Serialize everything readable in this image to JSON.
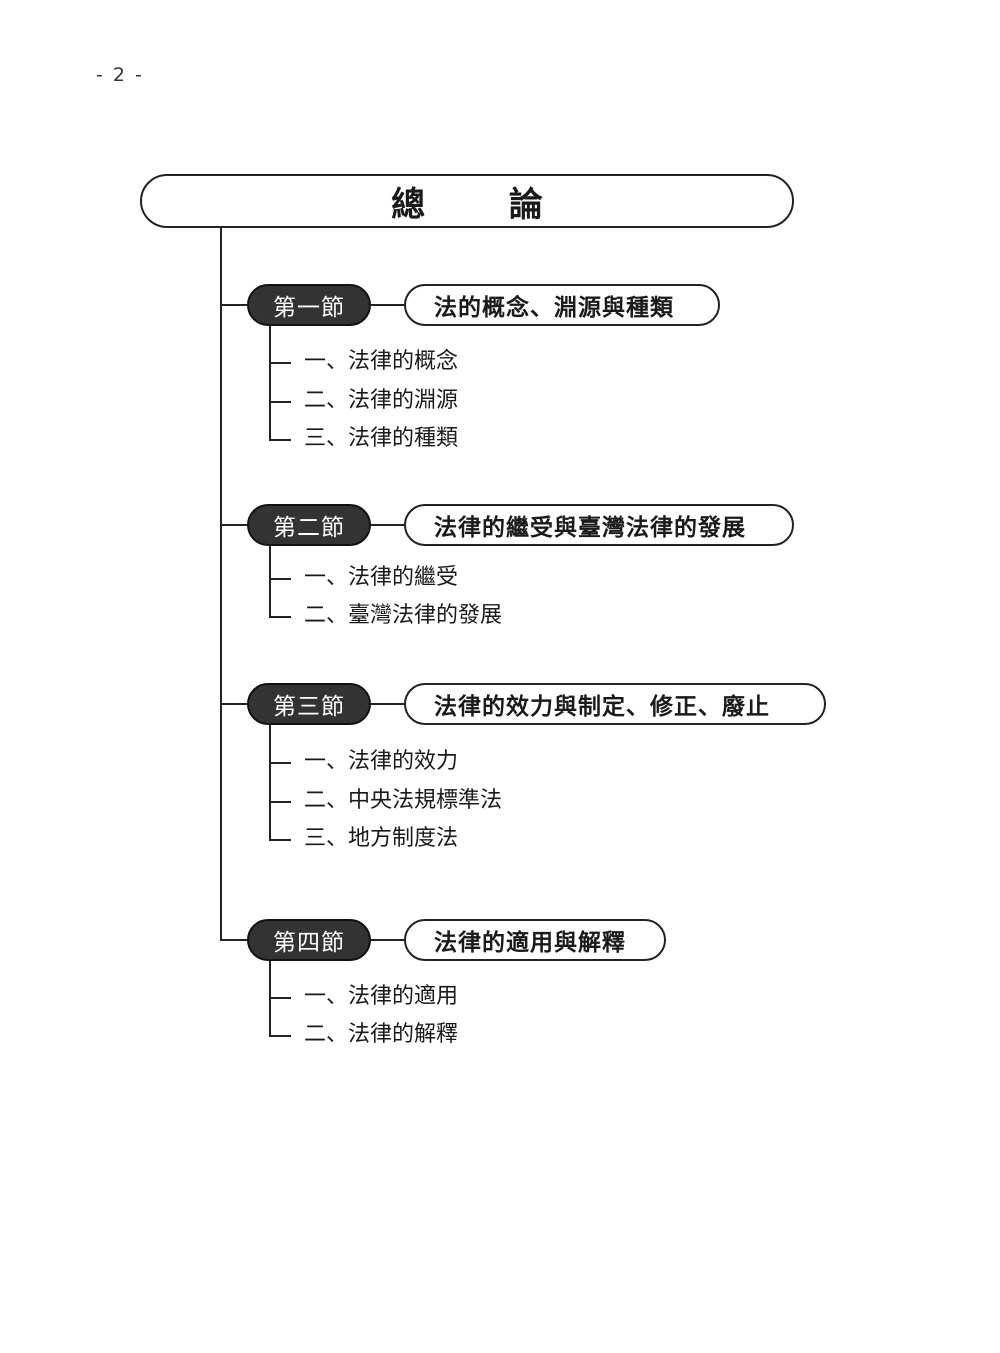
{
  "page_number": "- 2 -",
  "title": "總 論",
  "sections": [
    {
      "label": "第一節",
      "title": "法的概念、淵源與種類",
      "items": [
        "一、法律的概念",
        "二、法律的淵源",
        "三、法律的種類"
      ]
    },
    {
      "label": "第二節",
      "title": "法律的繼受與臺灣法律的發展",
      "items": [
        "一、法律的繼受",
        "二、臺灣法律的發展"
      ]
    },
    {
      "label": "第三節",
      "title": "法律的效力與制定、修正、廢止",
      "items": [
        "一、法律的效力",
        "二、中央法規標準法",
        "三、地方制度法"
      ]
    },
    {
      "label": "第四節",
      "title": "法律的適用與解釋",
      "items": [
        "一、法律的適用",
        "二、法律的解釋"
      ]
    }
  ]
}
